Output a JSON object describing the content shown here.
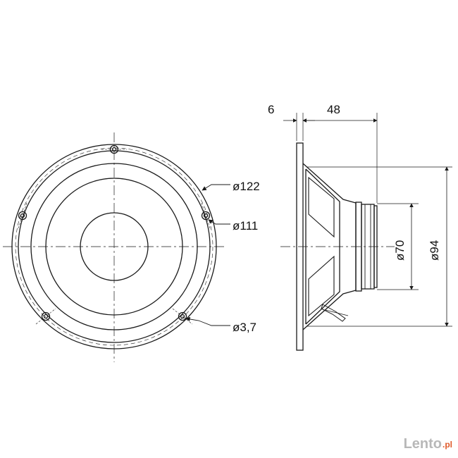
{
  "diagram": {
    "labels": {
      "flange_thickness": "6",
      "mounting_depth": "48",
      "outer_diameter": "ø122",
      "bolt_circle_diameter": "ø111",
      "hole_diameter": "ø3,7",
      "magnet_diameter": "ø70",
      "cutout_diameter": "ø94"
    }
  },
  "watermark": {
    "text": "Lento",
    "suffix": ".pl"
  },
  "colors": {
    "line": "#1a1a1a",
    "watermark": "#b8b8b8",
    "watermark_accent": "#e05a2a"
  }
}
